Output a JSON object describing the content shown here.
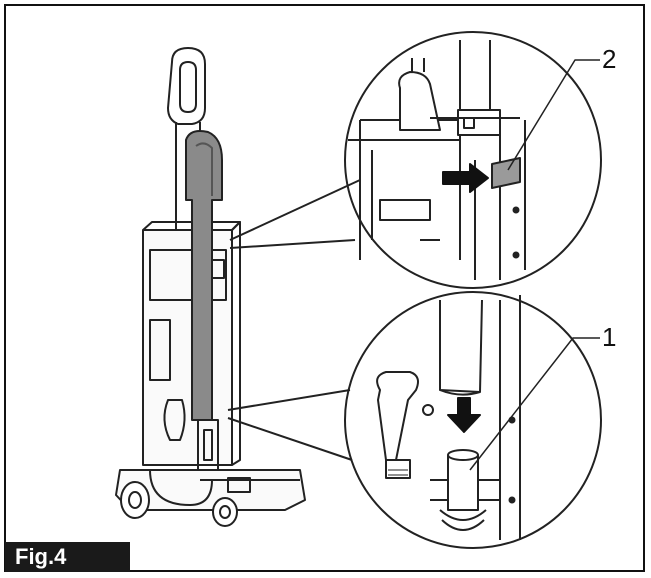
{
  "figure": {
    "label": "Fig.4",
    "callouts": {
      "one": "1",
      "two": "2"
    }
  },
  "colors": {
    "line": "#222222",
    "hose": "#8a8a8a",
    "panel": "#f4f4f4",
    "highlight": "#9a9a9a"
  }
}
